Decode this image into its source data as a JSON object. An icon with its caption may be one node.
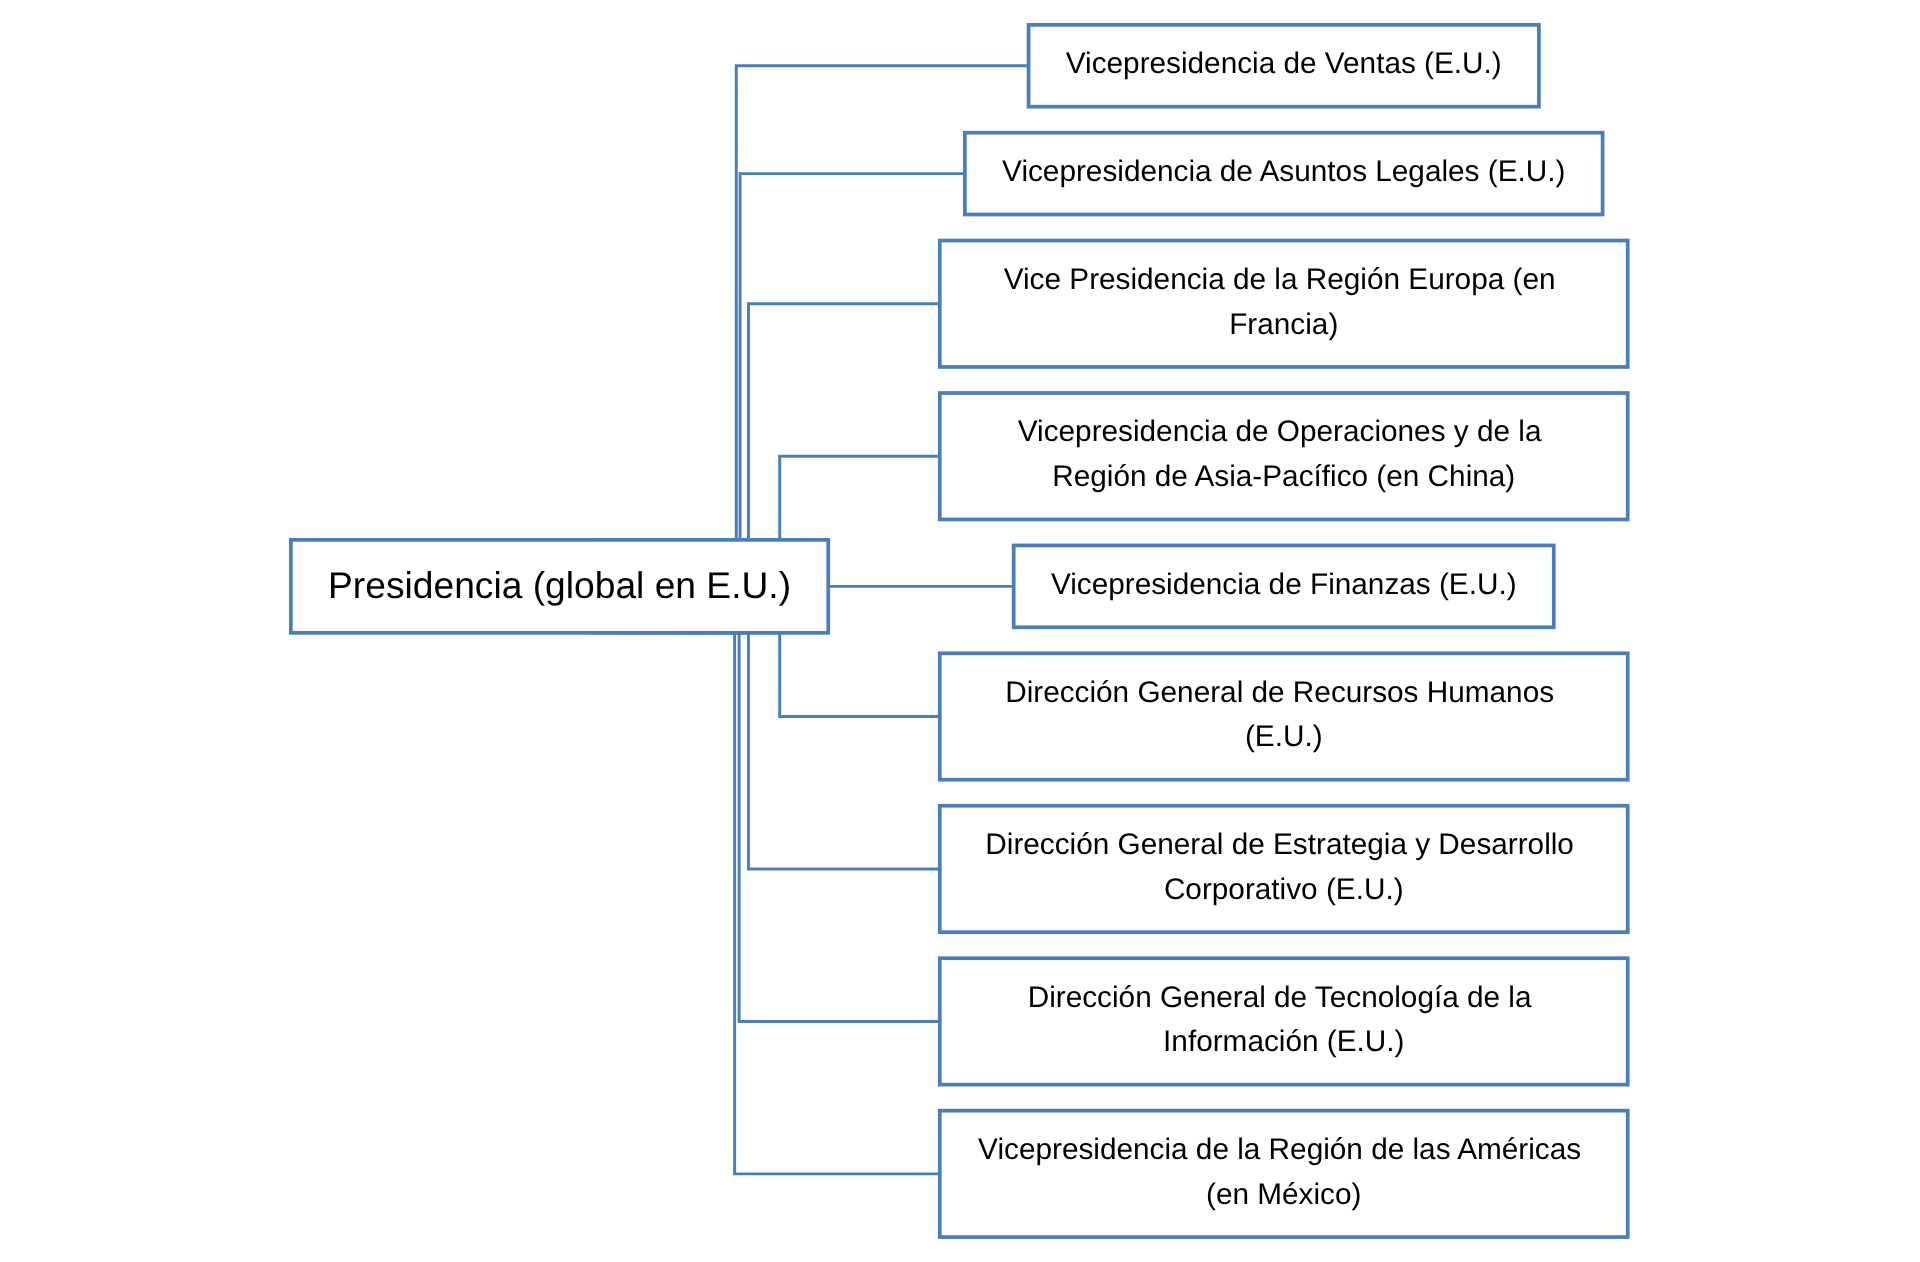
{
  "diagram": {
    "nodes": [
      {
        "text": [
          "Presidencia (global en E.U.)"
        ]
      },
      {
        "text": [
          "Vicepresidencia de Ventas (E.U.)"
        ]
      },
      {
        "text": [
          "Vicepresidencia de Asuntos Legales (E.U.)"
        ]
      },
      {
        "text": [
          "Vice Presidencia de la Región Europa (en Francia)"
        ]
      },
      {
        "text": [
          "Vicepresidencia de Operaciones y de la Región de Asia-Pacífico (en China)"
        ]
      },
      {
        "text": [
          "Vicepresidencia de Finanzas (E.U.)"
        ]
      },
      {
        "text": [
          "Dirección General de Recursos Humanos (E.U.)"
        ]
      },
      {
        "text": [
          "Dirección General de Estrategia y Desarrollo Corporativo (E.U.)"
        ]
      },
      {
        "text": [
          "Dirección General de Tecnología de la Información (E.U.)"
        ]
      },
      {
        "text": [
          "Vicepresidencia de la Región de las Américas (en México)"
        ]
      }
    ],
    "edges": [
      {
        "from": 0,
        "to": 1,
        "arrow": "none"
      },
      {
        "from": 0,
        "to": 2,
        "arrow": "none"
      },
      {
        "from": 0,
        "to": 3,
        "arrow": "none"
      },
      {
        "from": 0,
        "to": 4,
        "arrow": "none"
      },
      {
        "from": 0,
        "to": 5,
        "arrow": "none"
      },
      {
        "from": 0,
        "to": 6,
        "arrow": "none"
      },
      {
        "from": 0,
        "to": 7,
        "arrow": "none"
      },
      {
        "from": 0,
        "to": 8,
        "arrow": "none"
      },
      {
        "from": 0,
        "to": 9,
        "arrow": "none"
      }
    ]
  }
}
